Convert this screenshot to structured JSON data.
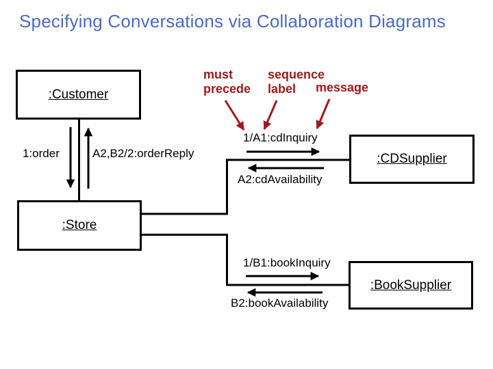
{
  "slide": {
    "title": "Specifying Conversations via Collaboration Diagrams"
  },
  "colors": {
    "title_blue": "#4b69c3",
    "annotation_red": "#a01919",
    "diagram_black": "#000000",
    "background": "#ffffff"
  },
  "diagram": {
    "objects": [
      {
        "id": "customer",
        "label": ":Customer"
      },
      {
        "id": "store",
        "label": ":Store"
      },
      {
        "id": "cd_supplier",
        "label": ":CDSupplier"
      },
      {
        "id": "book_supplier",
        "label": ":BookSupplier"
      }
    ],
    "messages": [
      {
        "label": "1:order",
        "from": "customer",
        "to": "store",
        "direction": "down"
      },
      {
        "label": "A2,B2/2:orderReply",
        "from": "store",
        "to": "customer",
        "direction": "up"
      },
      {
        "label": "1/A1:cdInquiry",
        "from": "store",
        "to": "cd_supplier",
        "direction": "right"
      },
      {
        "label": "A2:cdAvailability",
        "from": "cd_supplier",
        "to": "store",
        "direction": "left"
      },
      {
        "label": "1/B1:bookInquiry",
        "from": "store",
        "to": "book_supplier",
        "direction": "right"
      },
      {
        "label": "B2:bookAvailability",
        "from": "book_supplier",
        "to": "store",
        "direction": "left"
      }
    ],
    "annotations": [
      {
        "label": "must precede",
        "points_to": "sequence prefix"
      },
      {
        "label": "sequence label",
        "points_to": "sequence label"
      },
      {
        "label": "message",
        "points_to": "message name"
      }
    ]
  }
}
